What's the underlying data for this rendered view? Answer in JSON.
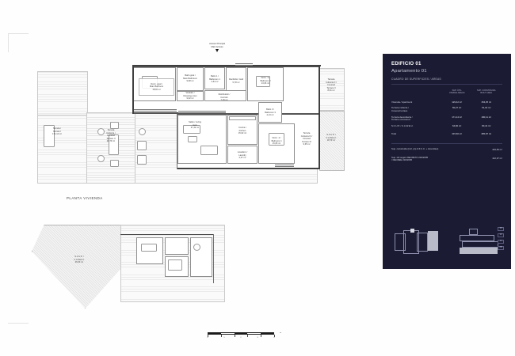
{
  "sheet": {
    "plan_title": "PLANTA VIVIENDA",
    "access_note": "Acceso Principal\nMain Access",
    "scale_ticks": [
      "0",
      "1",
      "2",
      "3",
      "4"
    ],
    "scale_unit": "m"
  },
  "plan_upper": {
    "rooms": [
      {
        "id": "main-bedroom",
        "label": "Dorm. ppal /\nMain Bedroom",
        "area": "18,02 m²"
      },
      {
        "id": "main-bathroom",
        "label": "Baño ppal /\nMain Bathroom",
        "area": "9,68 m²"
      },
      {
        "id": "dressing-room",
        "label": "Vestidor /\nDressing room",
        "area": "9,92 m²"
      },
      {
        "id": "bathroom-1",
        "label": "Baño 1 /\nBathroom 1",
        "area": "4,54 m²"
      },
      {
        "id": "bedroom-3",
        "label": "Dorm. 3 /\nBedroom 3",
        "area": "13,06 m²"
      },
      {
        "id": "hall",
        "label": "Recibidor / Hall",
        "area": "5,78 m²"
      },
      {
        "id": "corridor",
        "label": "Distribuidor /\nCorridor",
        "area": "7,15 m²"
      },
      {
        "id": "bathroom-3",
        "label": "Baño 3 /\nBathroom 3",
        "area": "4,13 m²"
      },
      {
        "id": "living-room",
        "label": "Salón / Living\nroom",
        "area": "37,42 m²"
      },
      {
        "id": "kitchen",
        "label": "Cocina /\nKitchen",
        "area": "15,02 m²"
      },
      {
        "id": "laundry",
        "label": "Lavadero /\nLaundry",
        "area": "4,07 m²"
      },
      {
        "id": "bedroom-4",
        "label": "Dorm. 4 /\nBedroom 4",
        "area": "15,65 m²"
      },
      {
        "id": "terrace-1",
        "label": "Terraza /\nTerrace I",
        "area": "171,14 m²"
      },
      {
        "id": "covered-terrace-2",
        "label": "Terraza\nCubierta /\nCovered\nTerrace II",
        "area": "20,79 m²"
      },
      {
        "id": "covered-terrace-3",
        "label": "Terraza\nCubierta III /\nCovered\nTerrace III",
        "area": "9,65 m²"
      },
      {
        "id": "covered-terrace-4",
        "label": "Terraza\nCubierta II /\nCovered\nTerrace II",
        "area": "8,91 m²"
      },
      {
        "id": "scup-upper",
        "label": "S.C.U.P. /\nC.A.W.E.U.",
        "area": "18,79 m²"
      }
    ]
  },
  "plan_lower": {
    "rooms": [
      {
        "id": "scup-lower",
        "label": "S.C.U.P. /\nC.A.W.E.U.",
        "area": "46,03 m²"
      }
    ]
  },
  "panel": {
    "building": "EDIFICIO 01",
    "apartment": "Apartamento 01",
    "section_title": "CUADRO DE SUPERFICIES / AREAS",
    "col_usable": "SUP. ÚTIL\nUSABLE AREAS",
    "col_built": "SUP. CONSTRUIDA\nBUILT AREA",
    "rows": [
      {
        "name": "Vivienda / Apartment",
        "usable": "129,42 m²",
        "built": "154,25 m²"
      },
      {
        "name": "Terraza cubierta /\nCovered terrace",
        "usable": "50,27 m²",
        "built": "51,10 m²"
      },
      {
        "name": "Terraza descubierta /\nTerrace uncovered",
        "usable": "171,14 m²",
        "built": "180,11 m²"
      },
      {
        "name": "S.C.U.P. / C.A.W.E.U.",
        "usable": "64,82 m²",
        "built": "80,41 m²"
      }
    ],
    "total": {
      "name": "Total",
      "usable": "415,66 m²",
      "built": "465,87 m²"
    },
    "extras": [
      {
        "key": "Sup. construida (incl. p/p Z.Z.C.C. + Amenities)",
        "value": "449,83 m²"
      },
      {
        "key": "Sup. útil según DECRETO 218/2005\n/ DECREE 218/2005",
        "value": "142,37 m²"
      }
    ],
    "floor_tags": [
      "P3",
      "P2",
      "P1",
      "PB"
    ]
  }
}
